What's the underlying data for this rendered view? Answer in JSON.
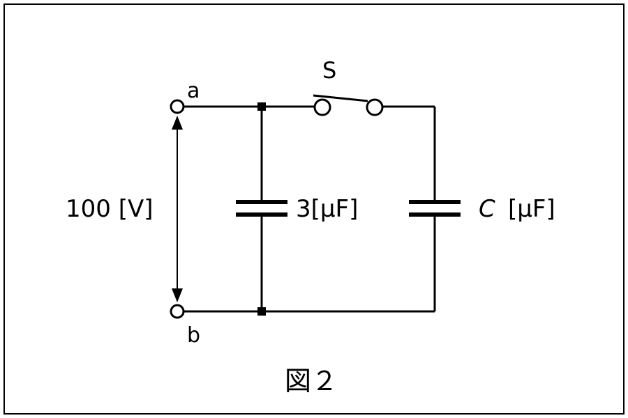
{
  "figure": {
    "caption": "図２",
    "terminal_a": "a",
    "terminal_b": "b",
    "switch_label": "S",
    "voltage_label": "100 [V]",
    "capacitor_left_label": "3[μF]",
    "capacitor_right_symbol": "C",
    "capacitor_right_unit": "[μF]"
  },
  "colors": {
    "line": "#000000",
    "background": "#ffffff"
  }
}
